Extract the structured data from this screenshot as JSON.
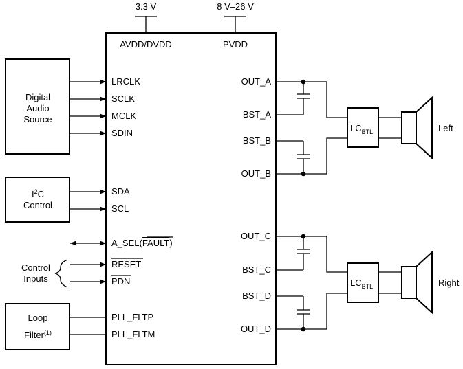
{
  "supplies": {
    "low": "3.3 V",
    "high": "8 V–26 V"
  },
  "chip": {
    "supply_left": "AVDD/DVDD",
    "supply_right": "PVDD",
    "pins_left": [
      "LRCLK",
      "SCLK",
      "MCLK",
      "SDIN",
      "SDA",
      "SCL",
      "A_SEL(",
      "FAULT",
      ")",
      "RESET",
      "PDN",
      "PLL_FLTP",
      "PLL_FLTM"
    ],
    "pins_right": [
      "OUT_A",
      "BST_A",
      "BST_B",
      "OUT_B",
      "OUT_C",
      "BST_C",
      "BST_D",
      "OUT_D"
    ]
  },
  "blocks": {
    "digital_audio": [
      "Digital",
      "Audio",
      "Source"
    ],
    "i2c": {
      "main": "I",
      "sup": "2",
      "rest": "C",
      "line2": "Control"
    },
    "control_inputs": [
      "Control",
      "Inputs"
    ],
    "loop_filter": {
      "line1": "Loop",
      "line2": "Filter",
      "note": "(1)"
    }
  },
  "filters": {
    "left": {
      "main": "LC",
      "sub": "BTL"
    },
    "right": {
      "main": "LC",
      "sub": "BTL"
    }
  },
  "speakers": {
    "left": "Left",
    "right": "Right"
  }
}
